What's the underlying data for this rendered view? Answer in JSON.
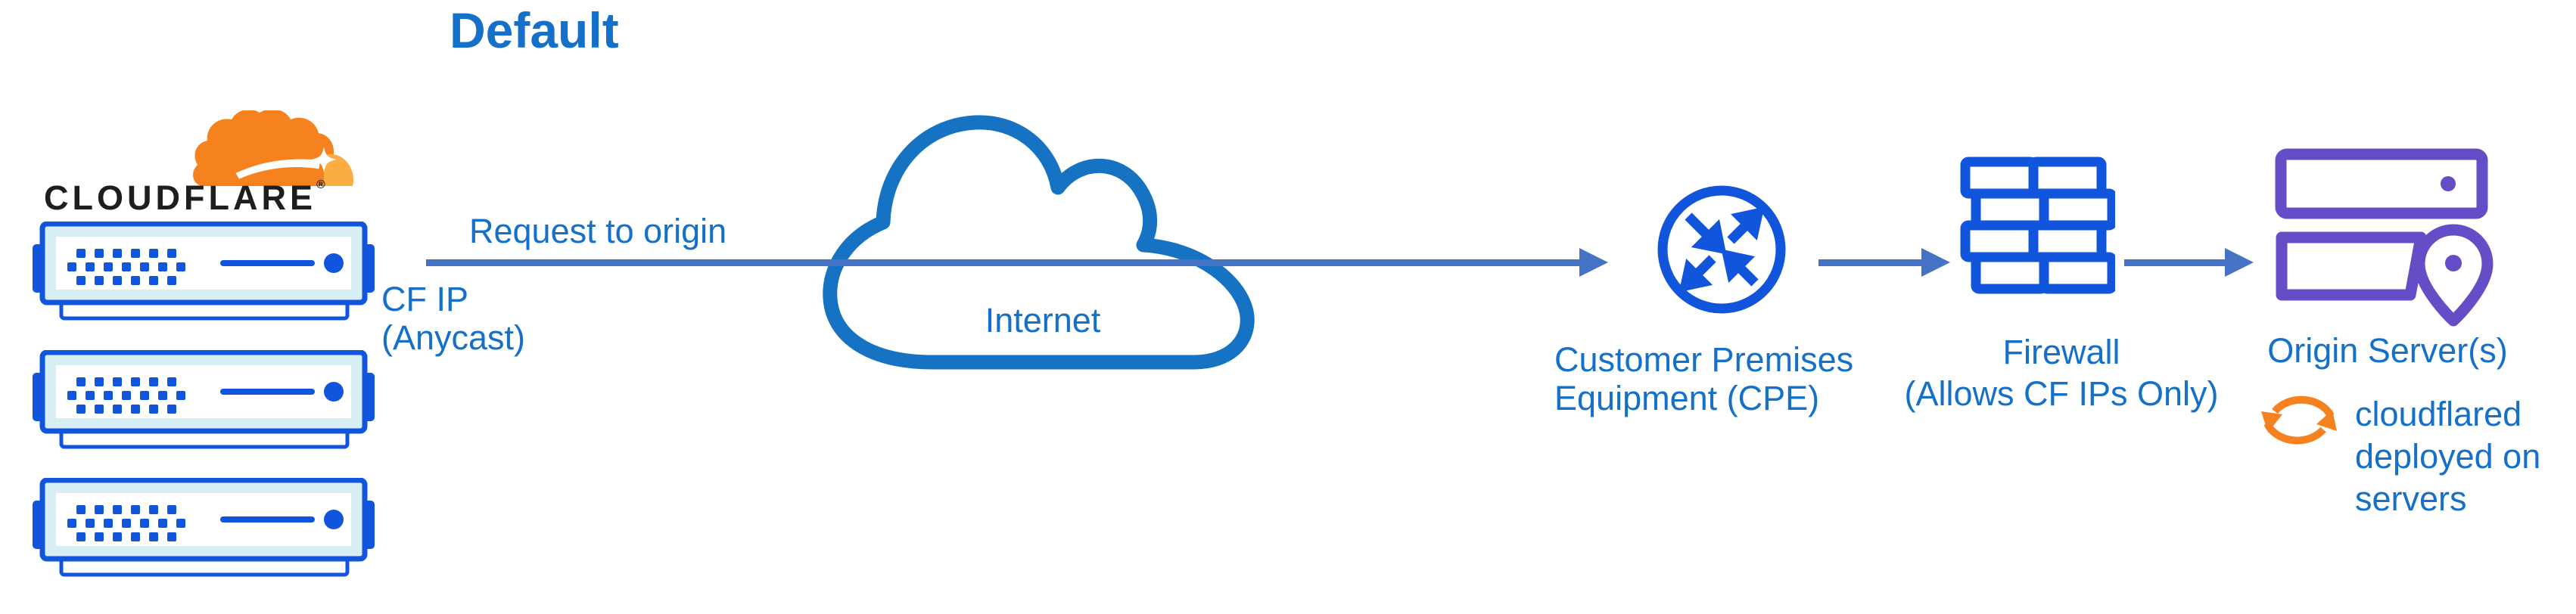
{
  "title": "Default",
  "brand": {
    "wordmark": "CLOUDFLARE",
    "registered_mark": "®"
  },
  "labels": {
    "request_to_origin": "Request to origin",
    "cf_ip": [
      "CF IP",
      "(Anycast)"
    ],
    "internet": "Internet",
    "cpe": [
      "Customer Premises",
      "Equipment (CPE)"
    ],
    "firewall": [
      "Firewall",
      "(Allows CF IPs Only)"
    ],
    "origin_servers": "Origin Server(s)",
    "cloudflared": [
      "cloudflared",
      "deployed on",
      "servers"
    ]
  },
  "icons": {
    "edge_server_count": 3
  },
  "colors": {
    "title_text": "#1470c8",
    "label_text": "#1470c8",
    "icon_blue": "#1155dc",
    "icon_pale_blue": "#d8eef5",
    "internet_cloud_outline": "#1673c4",
    "arrow": "#4472c4",
    "origin_purple": "#654dc8",
    "cloudflare_orange": "#f6821f",
    "cloudflare_orange_light": "#fbad41",
    "wordmark_black": "#1e1e1e"
  }
}
